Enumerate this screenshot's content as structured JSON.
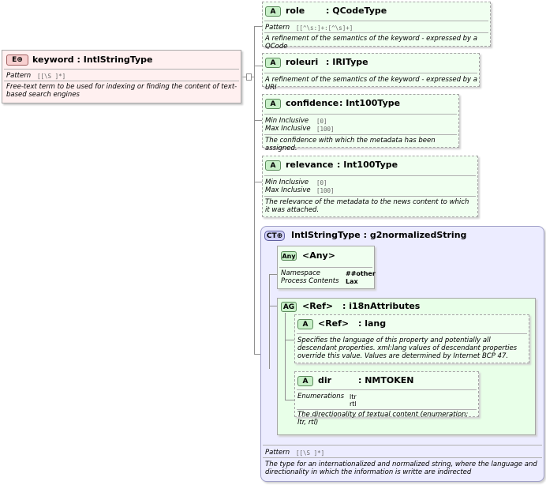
{
  "keyword": {
    "badge": "E",
    "name": "keyword",
    "type": ": IntlStringType",
    "pattern_label": "Pattern",
    "pattern_value": "[[\\S ]*]",
    "description": "Free-text term to be used for indexing or finding the content of text-based search engines"
  },
  "role": {
    "badge": "A",
    "name": "role",
    "type": ": QCodeType",
    "pattern_label": "Pattern",
    "pattern_value": "[[^\\s:]+:[^\\s]+]",
    "description": "A refinement of the semantics of the keyword - expressed by a QCode"
  },
  "roleuri": {
    "badge": "A",
    "name": "roleuri",
    "type": ": IRIType",
    "description": "A refinement of the semantics of the keyword - expressed by a URI"
  },
  "confidence": {
    "badge": "A",
    "name": "confidence",
    "type": ": Int100Type",
    "min_label": "Min Inclusive",
    "min_value": "[0]",
    "max_label": "Max Inclusive",
    "max_value": "[100]",
    "description": "The confidence with which the metadata has been assigned."
  },
  "relevance": {
    "badge": "A",
    "name": "relevance",
    "type": ": Int100Type",
    "min_label": "Min Inclusive",
    "min_value": "[0]",
    "max_label": "Max Inclusive",
    "max_value": "[100]",
    "description": "The relevance of the metadata to the news content to which it was attached."
  },
  "complex_type": {
    "badge": "CT",
    "name": "IntlStringType",
    "type": ": g2normalizedString",
    "pattern_label": "Pattern",
    "pattern_value": "[[\\S ]*]",
    "description": "The type for an internationalized and normalized string, where the language and directionality in which the information is writte are indirected"
  },
  "any": {
    "badge": "Any",
    "name": "<Any>",
    "namespace_label": "Namespace",
    "namespace_value": "##other",
    "process_label": "Process Contents",
    "process_value": "Lax"
  },
  "attr_group": {
    "badge": "AG",
    "name": "<Ref>",
    "type": ": i18nAttributes"
  },
  "lang": {
    "badge": "A",
    "name": "<Ref>",
    "type": ": lang",
    "description": "Specifies the language of this property and potentially all descendant properties. xml:lang values of descendant properties override this value. Values are determined by Internet BCP 47."
  },
  "dir": {
    "badge": "A",
    "name": "dir",
    "type": ": NMTOKEN",
    "enum_label": "Enumerations",
    "enum_values": [
      "ltr",
      "rtl"
    ],
    "description": "The directionality of textual content (enumeration: ltr, rtl)"
  }
}
